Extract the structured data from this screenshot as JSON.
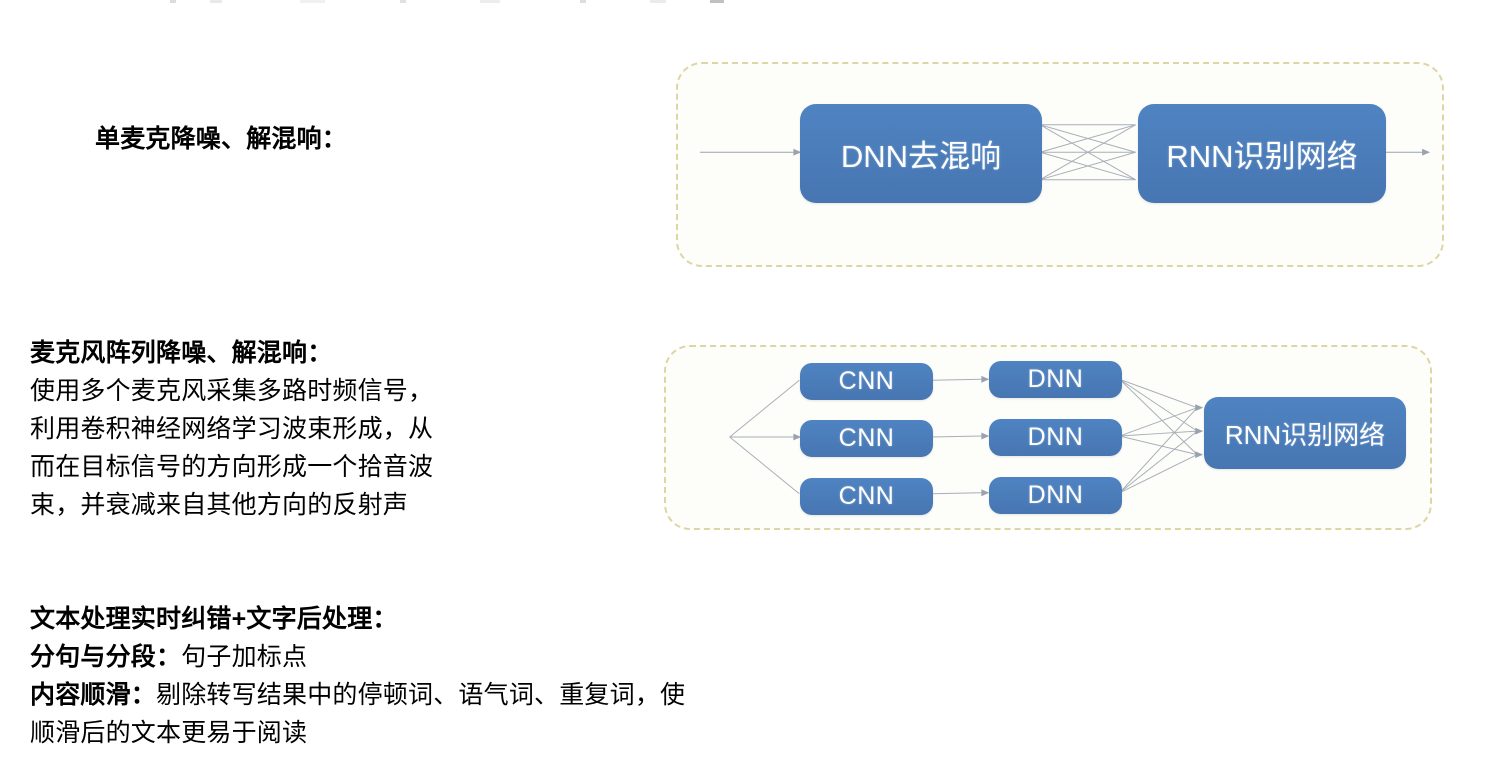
{
  "slide": {
    "background_color": "#ffffff",
    "text_color": "#000000"
  },
  "sections": {
    "single_mic": {
      "heading": "单麦克降噪、解混响："
    },
    "array_mic": {
      "heading": "麦克风阵列降噪、解混响：",
      "lines": [
        "使用多个麦克风采集多路时频信号，",
        "利用卷积神经网络学习波束形成，从",
        "而在目标信号的方向形成一个拾音波",
        "束，并衰减来自其他方向的反射声"
      ]
    },
    "text_processing": {
      "heading": "文本处理实时纠错+文字后处理：",
      "items": [
        {
          "label": "分句与分段：",
          "text": "句子加标点"
        },
        {
          "label": "内容顺滑：",
          "text": "剔除转写结果中的停顿词、语气词、重复词，使"
        }
      ],
      "continuation": "顺滑后的文本更易于阅读"
    }
  },
  "diagrams": {
    "colors": {
      "node_fill": "#4a7cb9",
      "node_text": "#ffffff",
      "frame_border": "#ddd6a4",
      "frame_background": "#fdfdfa",
      "wire": "#9aa3ad"
    },
    "single_mic_pipeline": {
      "nodes": [
        {
          "id": "dnn-dereverb",
          "label": "DNN去混响"
        },
        {
          "id": "rnn-recognition",
          "label": "RNN识别网络"
        }
      ],
      "connection_style": "fully-connected-3x3-mesh",
      "input_arrow": true,
      "output_arrow": true
    },
    "array_mic_pipeline": {
      "cnn_nodes": [
        {
          "id": "cnn-1",
          "label": "CNN"
        },
        {
          "id": "cnn-2",
          "label": "CNN"
        },
        {
          "id": "cnn-3",
          "label": "CNN"
        }
      ],
      "dnn_nodes": [
        {
          "id": "dnn-1",
          "label": "DNN"
        },
        {
          "id": "dnn-2",
          "label": "DNN"
        },
        {
          "id": "dnn-3",
          "label": "DNN"
        }
      ],
      "output_node": {
        "id": "rnn-recognition",
        "label": "RNN识别网络"
      },
      "connection_style": "fan-out-then-fully-connected"
    }
  }
}
